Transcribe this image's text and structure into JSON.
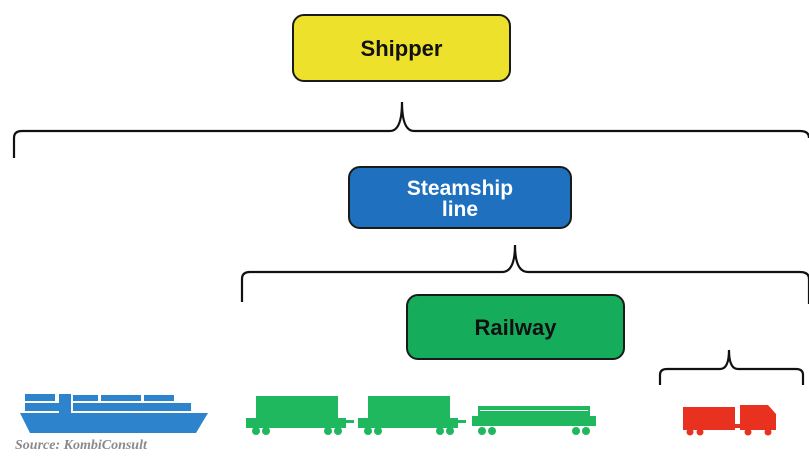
{
  "nodes": {
    "shipper": "Shipper",
    "steamship_line_1": "Steamship",
    "steamship_line_2": "line",
    "railway": "Railway"
  },
  "source": "Source: KombiConsult",
  "icons": {
    "ship": "container-ship-icon",
    "railcar": "container-railcar-icon",
    "truck": "truck-icon"
  },
  "colors": {
    "shipper": "#eee12b",
    "steamship": "#1f71bf",
    "railway": "#15ad5b",
    "ship": "#2d84cc",
    "rail": "#20b85e",
    "truck": "#e8311e"
  }
}
